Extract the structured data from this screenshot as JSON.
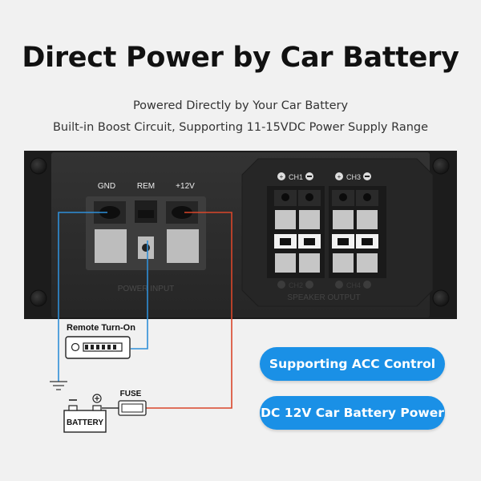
{
  "header": {
    "title": "Direct Power by Car Battery",
    "subtitle_1": "Powered Directly by Your Car Battery",
    "subtitle_2": "Built-in Boost Circuit, Supporting 11-15VDC Power Supply Range"
  },
  "power_input": {
    "gnd_label": "GND",
    "rem_label": "REM",
    "v12_label": "+12V",
    "panel_label": "POWER INPUT"
  },
  "speaker_output": {
    "ch1_label": "CH1",
    "ch2_label": "CH2",
    "ch3_label": "CH3",
    "ch4_label": "CH4",
    "panel_label": "SPEAKER OUTPUT"
  },
  "wiring": {
    "remote_label": "Remote Turn-On",
    "fuse_label": "FUSE",
    "battery_label": "BATTERY",
    "plus_symbol": "+",
    "minus_symbol": "−"
  },
  "badges": {
    "acc": "Supporting ACC Control",
    "dc12v": "DC 12V Car Battery Power"
  },
  "colors": {
    "blue_wire": "#2f8fd8",
    "red_wire": "#d9462a",
    "badge_blue": "#1a90e6",
    "panel_dark": "#2b2b2b"
  }
}
